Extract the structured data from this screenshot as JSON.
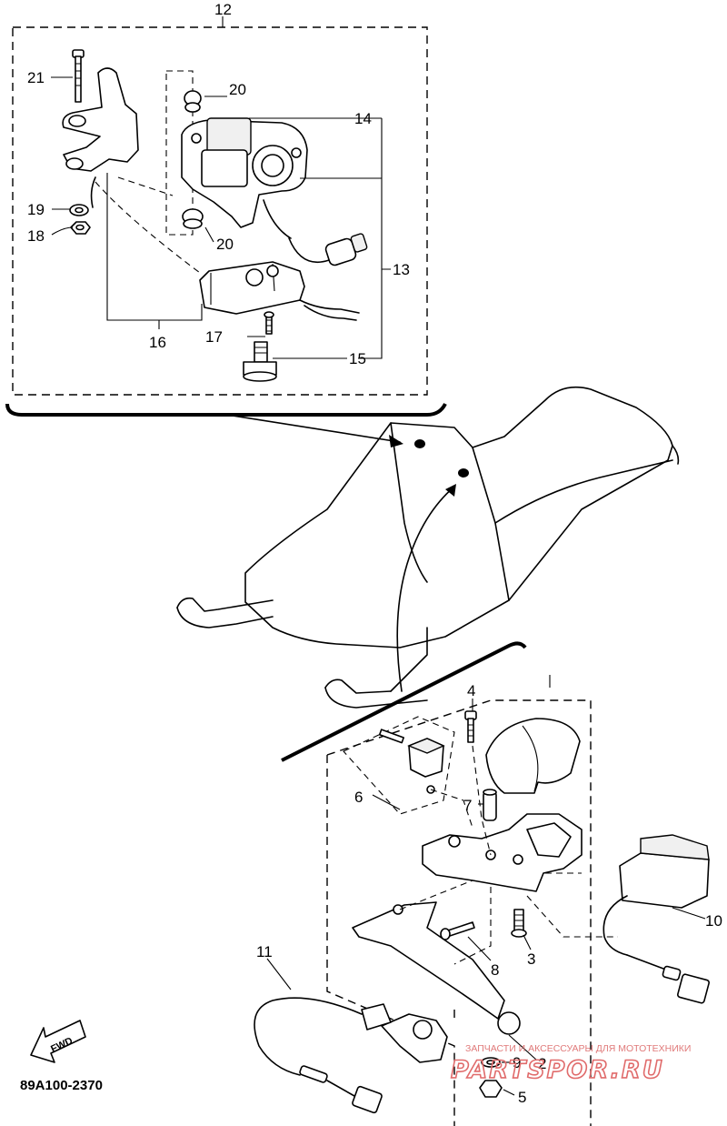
{
  "diagram_code": "89A100-2370",
  "fwd_label": "FWD",
  "callouts": {
    "c12": "12",
    "c21": "21",
    "c20a": "20",
    "c14": "14",
    "c19": "19",
    "c20b": "20",
    "c18": "18",
    "c13": "13",
    "c16": "16",
    "c17": "17",
    "c15": "15",
    "c4": "4",
    "c6": "6",
    "c7": "7",
    "c10": "10",
    "c8": "8",
    "c3": "3",
    "c11": "11",
    "c2": "2",
    "c9": "9",
    "c5": "5"
  },
  "watermark": {
    "tagline": "ЗАПЧАСТИ И АКСЕССУАРЫ ДЛЯ МОТОТЕХНИКИ",
    "brand": "PARTSPOR.RU"
  }
}
